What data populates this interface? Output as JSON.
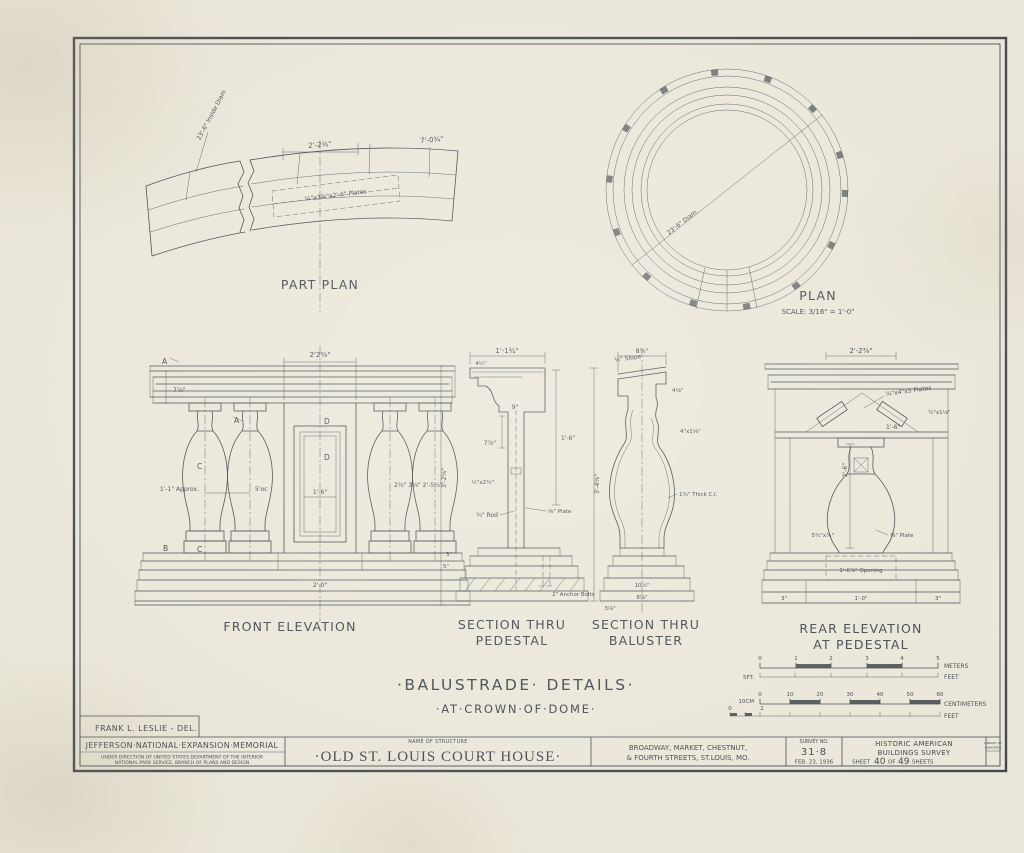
{
  "colors": {
    "paper": "#e9e5d8",
    "ink": "#3a4046"
  },
  "main_title": {
    "line1": "·BALUSTRADE· DETAILS·",
    "line2": "·AT·CROWN·OF·DOME·"
  },
  "part_plan": {
    "title": "PART PLAN",
    "inside_diam": "23'-6\" Inside Diam",
    "top_width": "2'-2⅜\"",
    "right_dim": "7'-0¾\"",
    "plates_note": "¼\"x3¾\"x2'-6\" Plates"
  },
  "plan": {
    "title": "PLAN",
    "scale_note": "SCALE: 3/16\" = 1'-0\"",
    "diam": "23'-6\" Diam"
  },
  "front_elevation": {
    "title": "FRONT ELEVATION",
    "dim_top": "2'2⅜\"",
    "dim_left_rail": "7⅞\"",
    "dim_spacing": "1'-1\" Approx.",
    "dim_oc": "5'oc",
    "dim_panel": "1'-6\"",
    "dim_right_group": "2½\" 3⅛\" 2'-5⅝\"",
    "dim_right_total": "3'-2⅝\"",
    "dim_bottom": "2'-0\"",
    "cut_a": "A",
    "cut_b": "B",
    "cut_c": "C",
    "cut_d": "D"
  },
  "section_pedestal": {
    "title1": "SECTION THRU",
    "title2": "PEDESTAL",
    "dim_top": "1'-1¾\"",
    "dim_top2": "4½\"",
    "dim_9": "9\"",
    "dim_78": "7⅞\"",
    "dim_bar": "½\"x2¼\"",
    "rod": "¾\" Rod",
    "plate": "⅜\" Plate",
    "dim_right": "1'-6\"",
    "dim_3": "3\"",
    "dim_5": "5\"",
    "anchor": "2\" Anchor Bolts",
    "dim_height": "3'-4⅝\""
  },
  "section_baluster": {
    "title1": "SECTION THRU",
    "title2": "BALUSTER",
    "slope": "¼\" Slope",
    "dim_top": "8¾\"",
    "dim_413": "4⅛\"",
    "dim_plate": "4\"x1⅛\"",
    "thick": "1¾\" Thick C.I.",
    "dim_b1": "10½\"",
    "dim_b2": "8⅝\"",
    "dim_313": "3⅛\""
  },
  "rear_elevation": {
    "title1": "REAR ELEVATION",
    "title2": "AT PEDESTAL",
    "dim_top": "2'-2⅜\"",
    "plates_note": "¼\"x4\"x5 Plates",
    "dim_small": "¼\"x1⅛\"",
    "dim_16": "1'-6\"",
    "dim_26": "2'-6\"",
    "plate": "⅜\" Plate",
    "bar": "5¼\"x¼\"",
    "opening": "1'-6⅞\" Opening",
    "dim_bottom": "1'-0\"",
    "dim_3": "3\""
  },
  "scales": {
    "meters": [
      "0",
      "1",
      "2",
      "3",
      "4",
      "5"
    ],
    "meters_label": "METERS",
    "feet_label1": "FEET",
    "ft5": "5FT.",
    "cm10": "10CM",
    "cm": [
      "0",
      "10",
      "20",
      "30",
      "40",
      "50",
      "60"
    ],
    "cm_label": "CENTIMETERS",
    "feet_label2": "FEET",
    "small0": "0",
    "small2": "2"
  },
  "titleblock": {
    "delineator": "FRANK L. LESLIE - DEL.",
    "memorial": "JEFFERSON·NATIONAL·EXPANSION·MEMORIAL",
    "memorial_sub1": "UNDER DIRECTION OF UNITED STATES DEPARTMENT OF THE INTERIOR",
    "memorial_sub2": "NATIONAL PARK SERVICE, BRANCH OF PLANS AND DESIGN",
    "structure_label": "NAME OF STRUCTURE",
    "structure_name": "·OLD ST. LOUIS COURT HOUSE·",
    "address1": "BROADWAY, MARKET, CHESTNUT,",
    "address2": "& FOURTH STREETS, ST.LOUIS, MO.",
    "survey_label": "SURVEY NO.",
    "survey_no": "31·8",
    "survey_date": "FEB. 23, 1936",
    "habs1": "HISTORIC AMERICAN",
    "habs2": "BUILDINGS SURVEY",
    "sheet_word": "SHEET",
    "sheet_no": "40",
    "sheet_of": "OF",
    "sheet_total": "49",
    "sheet_word2": "SHEETS",
    "loc1": "LIBRARY OF",
    "loc2": "CONGRESS"
  }
}
